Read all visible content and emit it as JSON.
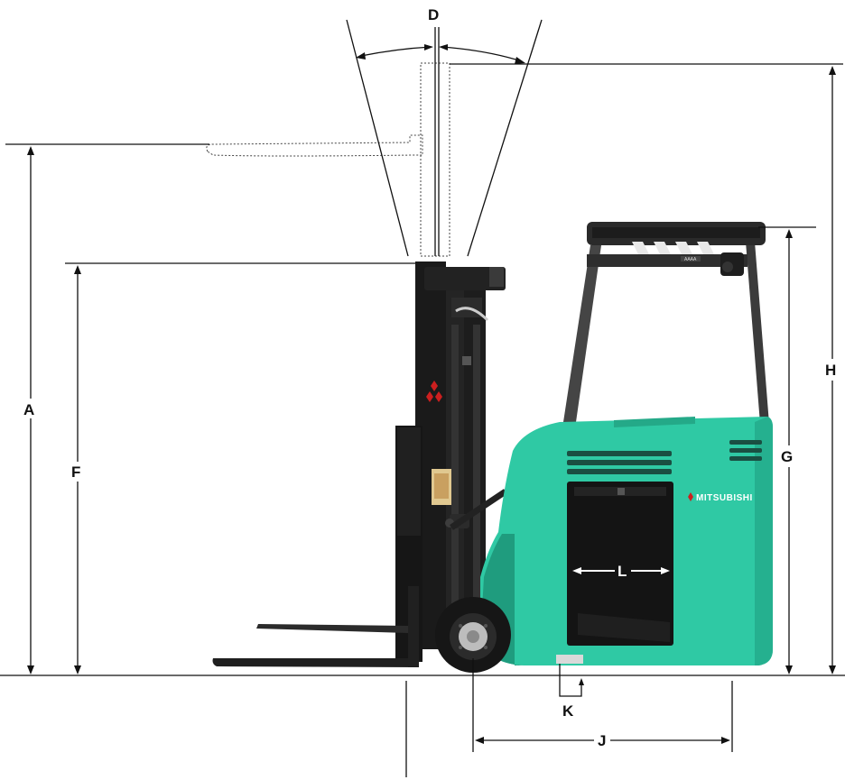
{
  "dimensions": {
    "A": "A",
    "D": "D",
    "F": "F",
    "G": "G",
    "H": "H",
    "J": "J",
    "K": "K",
    "L": "L"
  },
  "brand": "MITSUBISHI",
  "colors": {
    "line": "#111111",
    "body_green": "#2fc9a4",
    "body_shade": "#1f9c7e",
    "mast_black": "#1a1a1a",
    "overhead_guard": "#3b3b3b",
    "battery_panel": "#141414",
    "logo_red": "#cc1f1f"
  }
}
